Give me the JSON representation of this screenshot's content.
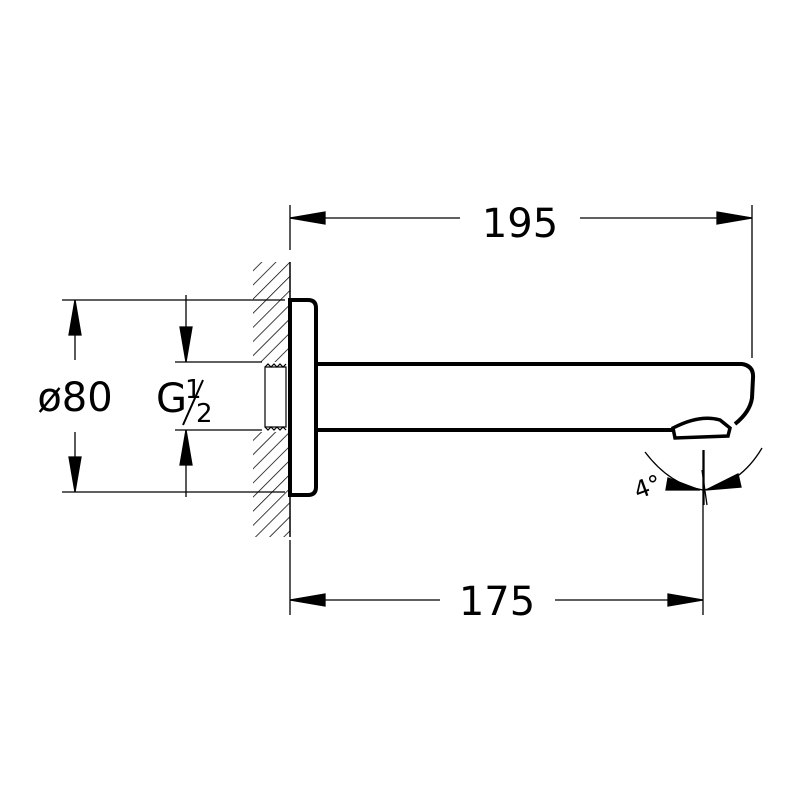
{
  "dimensions": {
    "overall_length": "195",
    "outlet_distance": "175",
    "flange_diameter": "ø80",
    "thread_label": "G",
    "thread_num": "1",
    "thread_den": "2",
    "angle": "4°"
  },
  "colors": {
    "line": "#000000",
    "background": "#ffffff"
  }
}
